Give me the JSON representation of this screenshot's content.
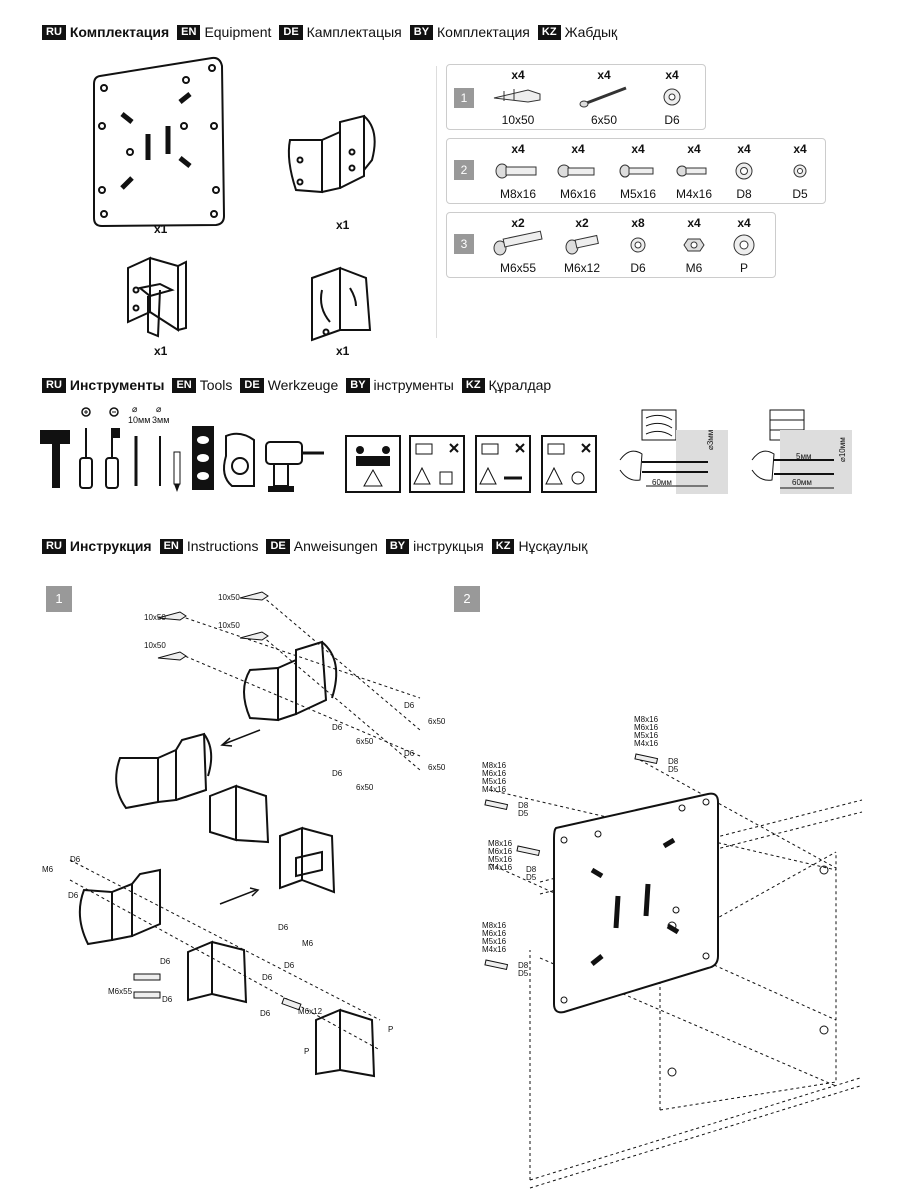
{
  "sections": {
    "equipment": [
      {
        "code": "RU",
        "label": "Комплектация"
      },
      {
        "code": "EN",
        "label": "Equipment"
      },
      {
        "code": "DE",
        "label": "Камплектацыя"
      },
      {
        "code": "BY",
        "label": "Комплектация"
      },
      {
        "code": "KZ",
        "label": "Жабдық"
      }
    ],
    "tools": [
      {
        "code": "RU",
        "label": "Инструменты"
      },
      {
        "code": "EN",
        "label": "Tools"
      },
      {
        "code": "DE",
        "label": "Werkzeuge"
      },
      {
        "code": "BY",
        "label": "інструменты"
      },
      {
        "code": "KZ",
        "label": "Құралдар"
      }
    ],
    "instructions": [
      {
        "code": "RU",
        "label": "Инструкция"
      },
      {
        "code": "EN",
        "label": "Instructions"
      },
      {
        "code": "DE",
        "label": "Anweisungen"
      },
      {
        "code": "BY",
        "label": "інструкцыя"
      },
      {
        "code": "KZ",
        "label": "Нұсқаулық"
      }
    ]
  },
  "main_parts_qty": [
    "x1",
    "x1",
    "x1",
    "x1"
  ],
  "kits": [
    {
      "number": "1",
      "items": [
        {
          "count": "x4",
          "name": "10x50"
        },
        {
          "count": "x4",
          "name": "6x50"
        },
        {
          "count": "x4",
          "name": "D6"
        }
      ]
    },
    {
      "number": "2",
      "items": [
        {
          "count": "x4",
          "name": "M8x16"
        },
        {
          "count": "x4",
          "name": "M6x16"
        },
        {
          "count": "x4",
          "name": "M5x16"
        },
        {
          "count": "x4",
          "name": "M4x16"
        },
        {
          "count": "x4",
          "name": "D8"
        },
        {
          "count": "x4",
          "name": "D5"
        }
      ]
    },
    {
      "number": "3",
      "items": [
        {
          "count": "x2",
          "name": "M6x55"
        },
        {
          "count": "x2",
          "name": "M6x12"
        },
        {
          "count": "x8",
          "name": "D6"
        },
        {
          "count": "x4",
          "name": "M6"
        },
        {
          "count": "x4",
          "name": "P"
        }
      ]
    }
  ],
  "tools": {
    "drill_bits": [
      "10мм",
      "3мм"
    ],
    "wood_drill": {
      "depth": "60мм",
      "diameter": "⌀3мм"
    },
    "brick_drill": {
      "depth": "60мм",
      "offset": "5мм",
      "diameter": "⌀10мм"
    }
  },
  "steps": [
    {
      "number": "1",
      "labels": {
        "anchor": "10x50",
        "screw": "6x50",
        "washer": "D6",
        "nut": "M6",
        "long_bolt": "M6x55",
        "short_bolt": "M6x12",
        "cap": "P"
      }
    },
    {
      "number": "2",
      "labels": {
        "bolts": [
          "M8x16",
          "M6x16",
          "M5x16",
          "M4x16"
        ],
        "washers": [
          "D8",
          "D5"
        ]
      }
    }
  ]
}
